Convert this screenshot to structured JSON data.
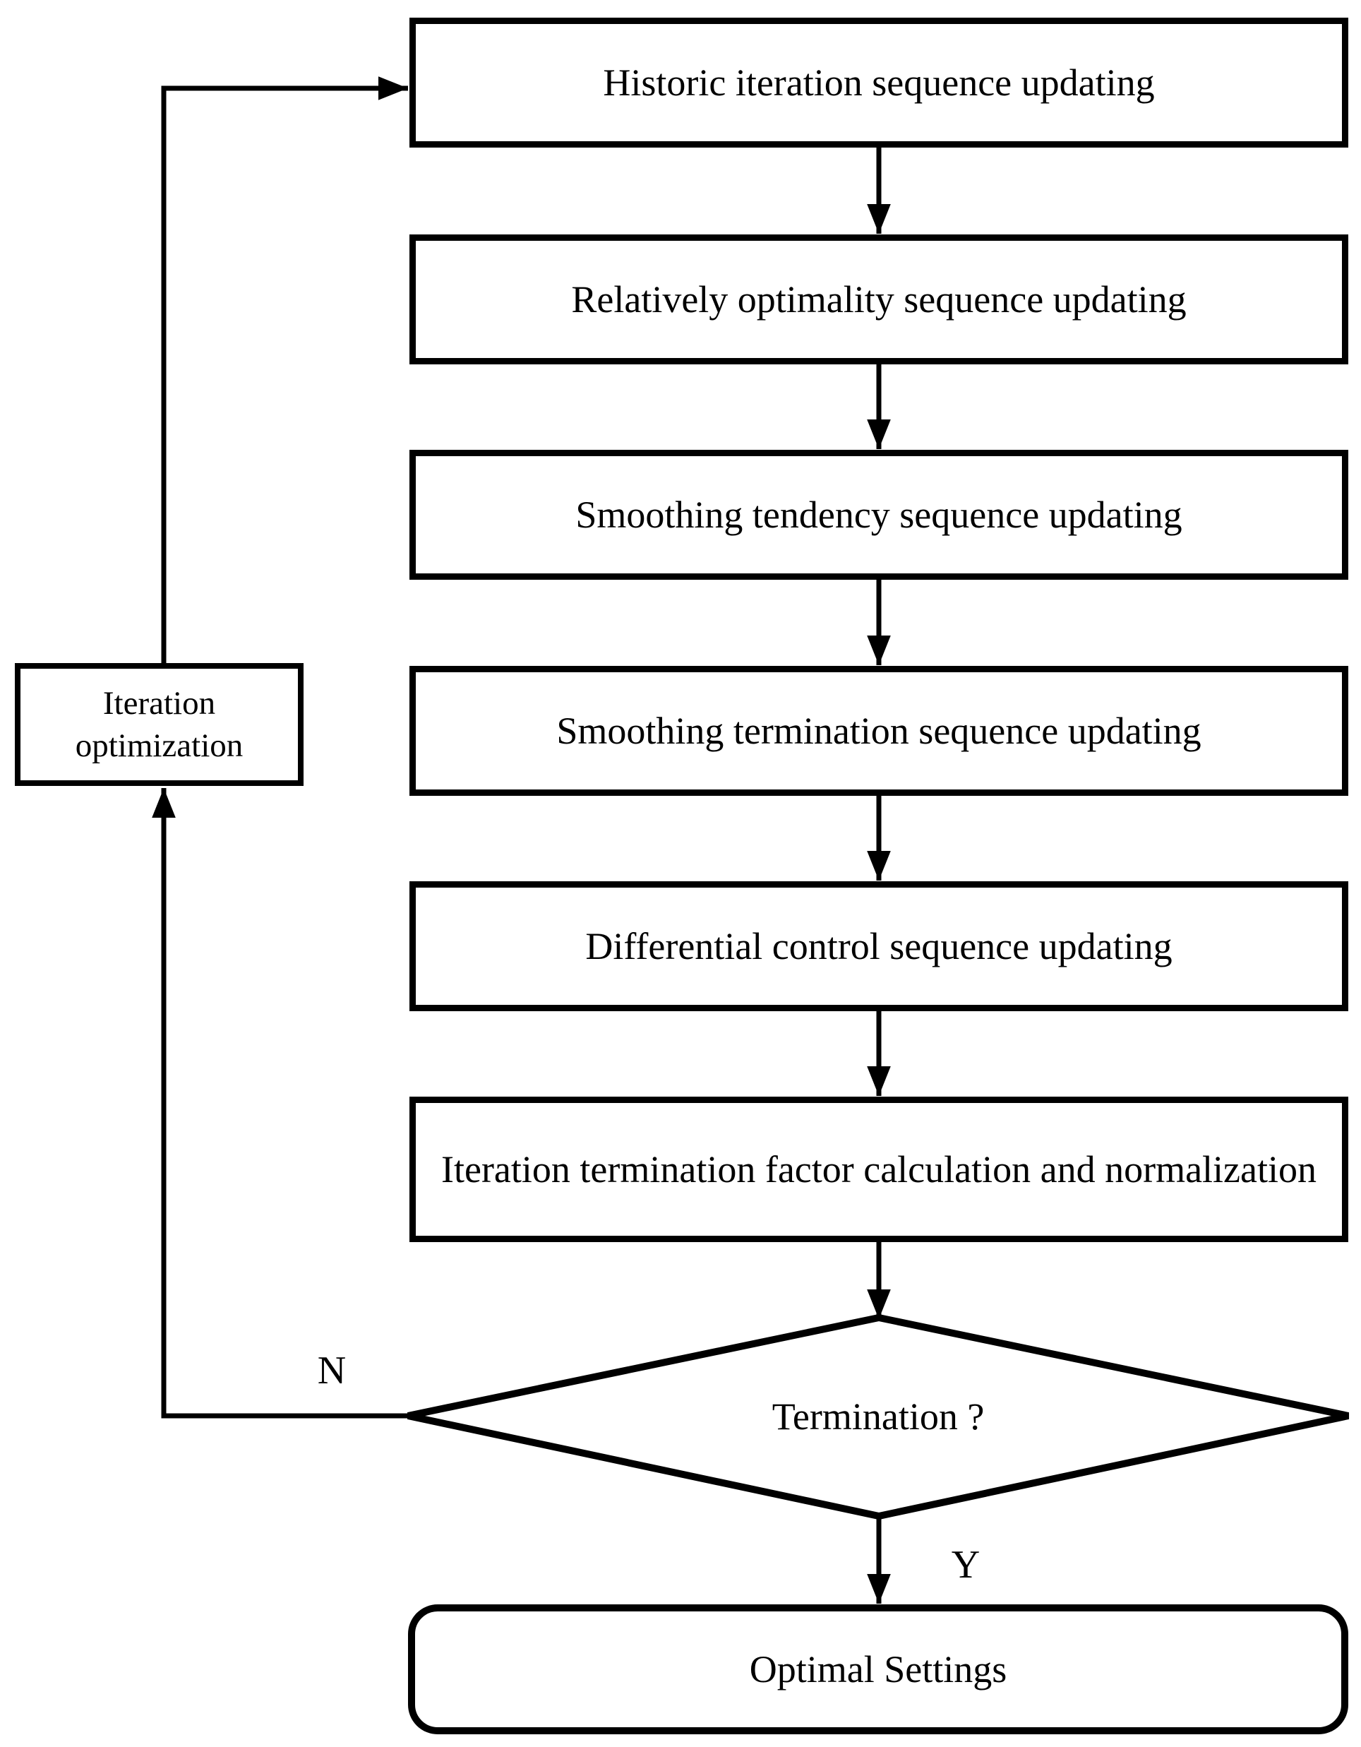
{
  "diagram": {
    "process_boxes": [
      {
        "label": "Historic iteration sequence updating"
      },
      {
        "label": "Relatively optimality sequence updating"
      },
      {
        "label": "Smoothing tendency sequence updating"
      },
      {
        "label": "Smoothing termination sequence updating"
      },
      {
        "label": "Differential control sequence updating"
      },
      {
        "label": "Iteration termination factor calculation and normalization"
      }
    ],
    "side_box": {
      "label": "Iteration optimization"
    },
    "decision": {
      "label": "Termination ?"
    },
    "terminal": {
      "label": "Optimal Settings"
    },
    "edge_labels": {
      "no": "N",
      "yes": "Y"
    },
    "colors": {
      "stroke": "#000000",
      "background": "#ffffff"
    }
  }
}
